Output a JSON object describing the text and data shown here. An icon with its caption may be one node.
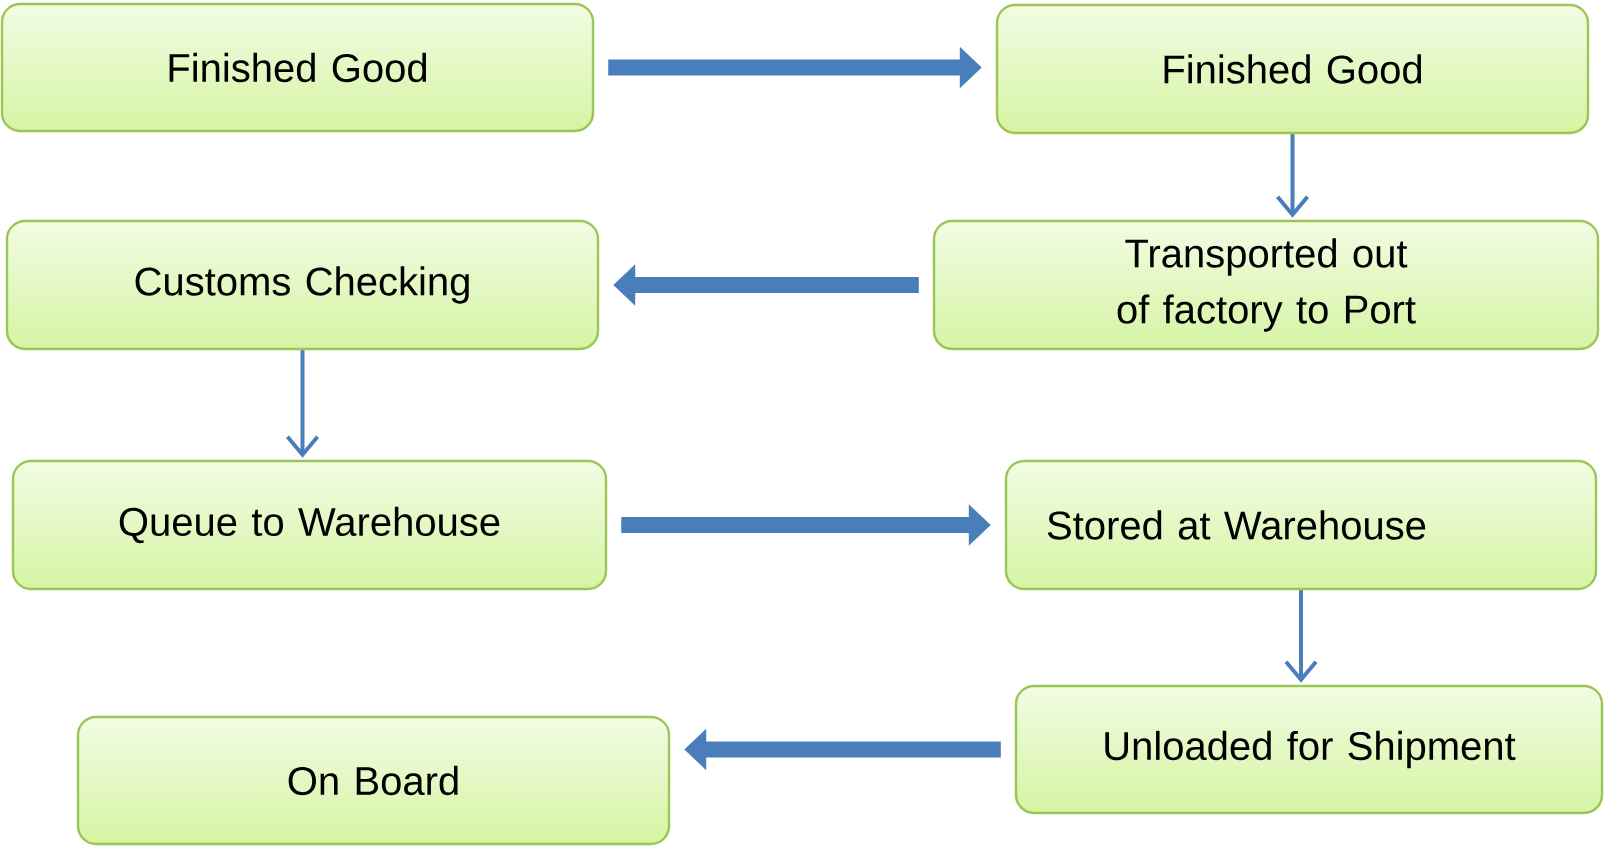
{
  "diagram": {
    "nodes": [
      {
        "text": [
          "Finished  Good"
        ]
      },
      {
        "text": [
          "Finished Good"
        ]
      },
      {
        "text": [
          "Customs Checking"
        ]
      },
      {
        "text": [
          "Transported out of factory to Port"
        ]
      },
      {
        "text": [
          "Queue to Warehouse"
        ]
      },
      {
        "text": [
          "Stored at Warehouse"
        ]
      },
      {
        "text": [
          "Unloaded for Shipment"
        ]
      },
      {
        "text": [
          "On Board"
        ]
      }
    ],
    "edges": [
      {
        "from": 0,
        "to": 1,
        "arrow": "to"
      },
      {
        "from": 1,
        "to": 3,
        "arrow": "to"
      },
      {
        "from": 3,
        "to": 2,
        "arrow": "to"
      },
      {
        "from": 2,
        "to": 4,
        "arrow": "to"
      },
      {
        "from": 4,
        "to": 5,
        "arrow": "to"
      },
      {
        "from": 5,
        "to": 6,
        "arrow": "to"
      },
      {
        "from": 6,
        "to": 7,
        "arrow": "to"
      }
    ]
  }
}
